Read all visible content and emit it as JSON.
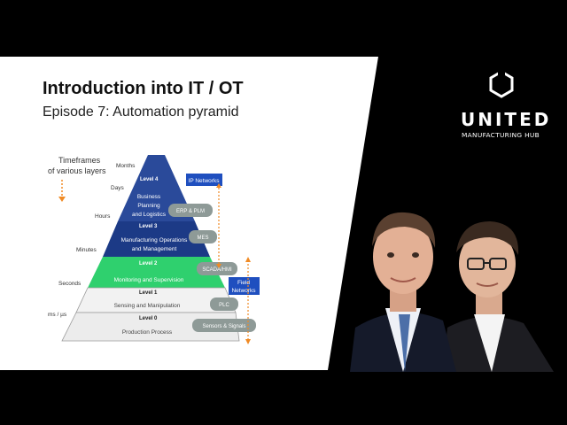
{
  "slide": {
    "title": "Introduction into IT / OT",
    "subtitle": "Episode 7: Automation pyramid"
  },
  "brand": {
    "logo_icon": "hexagon-logo-icon",
    "name": "UNITED",
    "tagline": "MANUFACTURING HUB"
  },
  "diagram": {
    "timeframes_label_line1": "Timeframes",
    "timeframes_label_line2": "of various layers",
    "time_labels": [
      "Months",
      "Days",
      "Hours",
      "Minutes",
      "Seconds",
      "ms / µs"
    ],
    "levels": [
      {
        "level": "Level 4",
        "name_lines": [
          "Business",
          "Planning",
          "and Logistics"
        ]
      },
      {
        "level": "Level 3",
        "name_lines": [
          "Manufacturing Operations",
          "and Management"
        ]
      },
      {
        "level": "Level 2",
        "name_lines": [
          "Monitoring and Supervision"
        ]
      },
      {
        "level": "Level 1",
        "name_lines": [
          "Sensing and Manipulation"
        ]
      },
      {
        "level": "Level 0",
        "name_lines": [
          "Production Process"
        ]
      }
    ],
    "systems": [
      "ERP & PLM",
      "MES",
      "SCADA/HMI",
      "PLC",
      "Sensors & Signals"
    ],
    "networks": {
      "ip": "IP Networks",
      "field_line1": "Field",
      "field_line2": "Networks"
    },
    "colors": {
      "level4": "#2a4a9a",
      "level3": "#1c3a86",
      "level2": "#2fd06e",
      "level1": "#f2f2f2",
      "level0": "#ececec",
      "system_pill": "#8e9a97",
      "network_box": "#1f4fbf",
      "arrow": "#f08a24"
    }
  }
}
